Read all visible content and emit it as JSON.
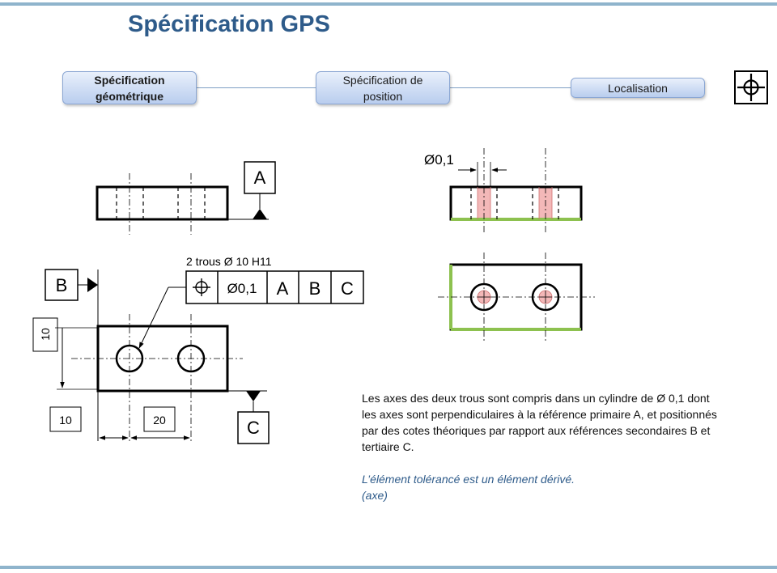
{
  "slide": {
    "title": "Spécification GPS",
    "breadcrumb": [
      {
        "label_line1": "Spécification",
        "label_line2": "géométrique"
      },
      {
        "label_line1": "Spécification de",
        "label_line2": "position"
      },
      {
        "label": "Localisation"
      }
    ],
    "position_symbol_icon": "position-tolerance-icon"
  },
  "diagram": {
    "datum_a": "A",
    "datum_b": "B",
    "datum_c": "C",
    "dim_height": "10",
    "dim_left": "10",
    "dim_spacing": "20",
    "holes_note": "2 trous Ø 10 H11",
    "frame_tolerance": "Ø0,1",
    "frame_datum_1": "A",
    "frame_datum_2": "B",
    "frame_datum_3": "C",
    "zone_label": "Ø0,1"
  },
  "text": {
    "description": "Les axes des deux trous sont compris dans un cylindre de Ø 0,1 dont les axes sont perpendiculaires à la référence primaire A, et positionnés par des cotes théoriques par rapport aux références secondaires B et tertiaire C.",
    "note_line1": "L’élément tolérancé est un élément dérivé.",
    "note_line2": "(axe)"
  },
  "colors": {
    "accent_bar": "#8fb4cc",
    "title": "#2e5b8a",
    "datum_green": "#8dc14f",
    "tolerance_zone": "#f3b8b8"
  }
}
